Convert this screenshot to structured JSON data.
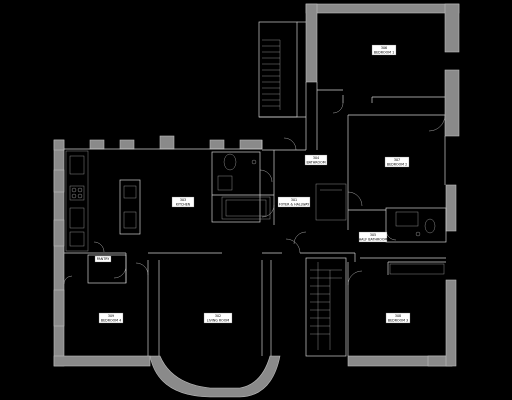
{
  "rooms": [
    {
      "number": "306",
      "name": "BEDROOM 1"
    },
    {
      "number": "307",
      "name": "BEDROOM 2"
    },
    {
      "number": "304",
      "name": "BATHROOM"
    },
    {
      "number": "303",
      "name": "KITCHEN"
    },
    {
      "number": "301",
      "name": "FOYER & HALLWAY"
    },
    {
      "number": "305",
      "name": "HALF BATHROOM"
    },
    {
      "number": "309",
      "name": "BEDROOM 4"
    },
    {
      "number": "302",
      "name": "LIVING ROOM"
    },
    {
      "number": "308",
      "name": "BEDROOM 3"
    }
  ],
  "pantry_label": "PANTRY"
}
